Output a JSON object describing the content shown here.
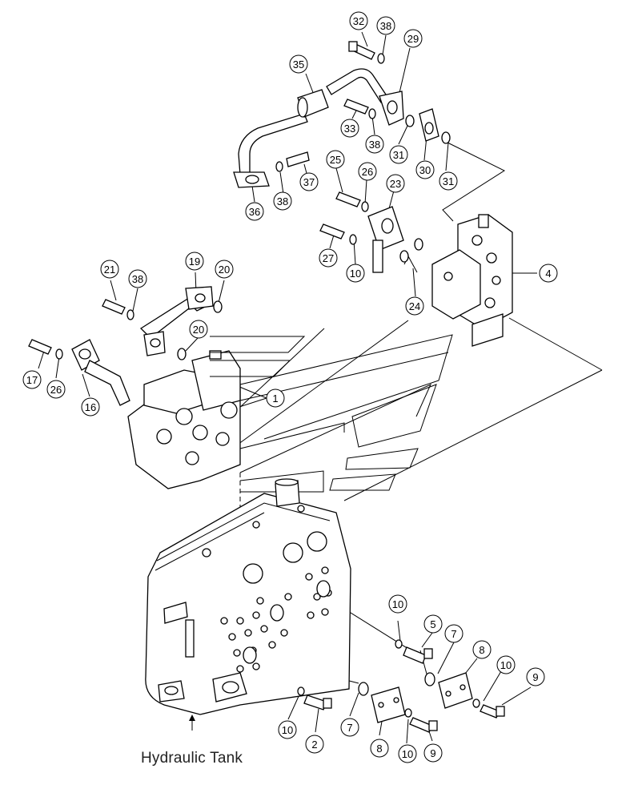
{
  "caption": "Hydraulic Tank",
  "callouts": [
    {
      "label": "32"
    },
    {
      "label": "38"
    },
    {
      "label": "29"
    },
    {
      "label": "35"
    },
    {
      "label": "33"
    },
    {
      "label": "38"
    },
    {
      "label": "31"
    },
    {
      "label": "30"
    },
    {
      "label": "31"
    },
    {
      "label": "25"
    },
    {
      "label": "26"
    },
    {
      "label": "23"
    },
    {
      "label": "37"
    },
    {
      "label": "38"
    },
    {
      "label": "36"
    },
    {
      "label": "27"
    },
    {
      "label": "10"
    },
    {
      "label": "4"
    },
    {
      "label": "24"
    },
    {
      "label": "21"
    },
    {
      "label": "38"
    },
    {
      "label": "19"
    },
    {
      "label": "20"
    },
    {
      "label": "20"
    },
    {
      "label": "17"
    },
    {
      "label": "26"
    },
    {
      "label": "16"
    },
    {
      "label": "1"
    },
    {
      "label": "10"
    },
    {
      "label": "5"
    },
    {
      "label": "7"
    },
    {
      "label": "8"
    },
    {
      "label": "10"
    },
    {
      "label": "9"
    },
    {
      "label": "10"
    },
    {
      "label": "2"
    },
    {
      "label": "7"
    },
    {
      "label": "8"
    },
    {
      "label": "10"
    },
    {
      "label": "9"
    }
  ],
  "arrow_icon": "arrow-up-icon"
}
